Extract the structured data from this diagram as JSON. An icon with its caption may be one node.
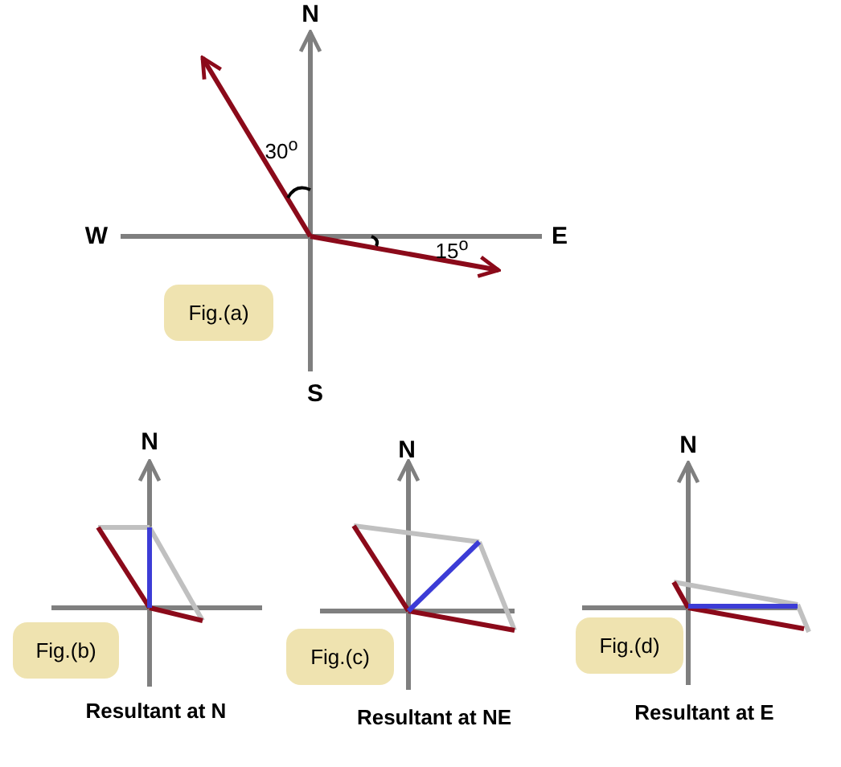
{
  "diagram": {
    "nodes": [
      {
        "text": [
          "Fig.(a)"
        ]
      },
      {
        "text": [
          "Fig.(b)"
        ]
      },
      {
        "text": [
          "Fig.(c)"
        ]
      },
      {
        "text": [
          "Fig.(d)"
        ]
      }
    ],
    "labels": [
      "N",
      "30$^{o}$",
      "W",
      "E",
      "15$^{o}$",
      "S",
      "N",
      "N",
      "N",
      "Resultant at N",
      "Resultant at NE",
      "Resultant at E"
    ]
  }
}
